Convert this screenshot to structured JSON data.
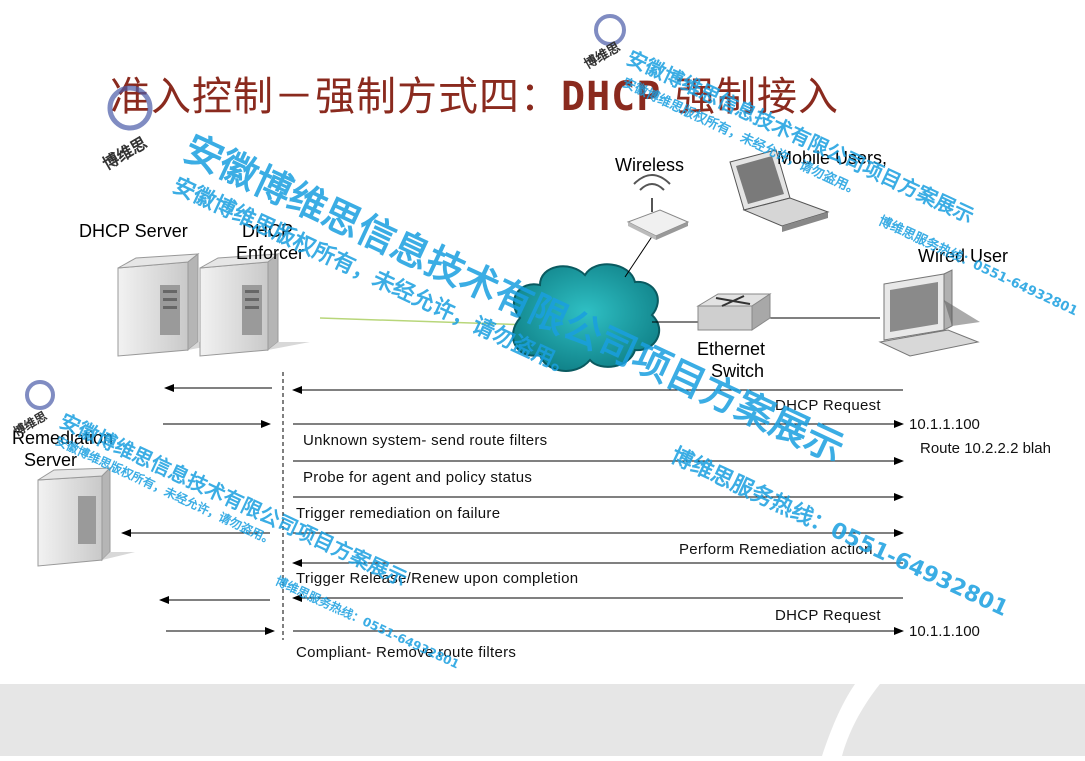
{
  "title": {
    "prefix": "准入控制－强制方式四：",
    "latin": "DHCP",
    "suffix": " 强制接入"
  },
  "nodes": {
    "dhcp_server": "DHCP Server",
    "dhcp_enforcer_1": "DHCP",
    "dhcp_enforcer_2": "Enforcer",
    "wireless": "Wireless",
    "mobile_users": "Mobile Users,",
    "wired_user": "Wired User",
    "ethernet_1": "Ethernet",
    "ethernet_2": "Switch",
    "remediation_1": "Remediation",
    "remediation_2": "Server"
  },
  "messages": [
    "DHCP Request",
    "Unknown system- send route filters",
    "Probe for agent and policy status",
    "Trigger remediation on failure",
    "Perform Remediation action",
    "Trigger Release/Renew upon completion",
    "DHCP Request",
    "Compliant- Remove route filters"
  ],
  "right_notes": [
    "10.1.1.100",
    "Route 10.2.2.2 blah",
    "10.1.1.100"
  ],
  "watermark": {
    "company": "安徽博维思信息技术有限公司项目方案展示",
    "copyright": "安徽博维思版权所有，未经允许，请勿盗用。",
    "hotline": "博维思服务热线：0551-64932801",
    "logo": "博维思"
  },
  "colors": {
    "title": "#8a2a1e",
    "watermark": "#1a9fe0",
    "cloud": "#1aa0a8"
  }
}
